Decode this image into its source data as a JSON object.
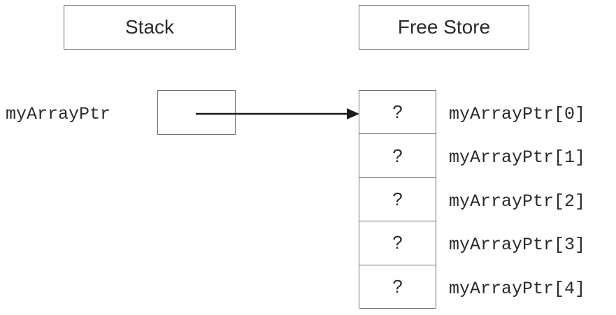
{
  "headers": {
    "stack": "Stack",
    "free_store": "Free Store"
  },
  "pointer": {
    "name": "myArrayPtr"
  },
  "array": {
    "cells": [
      {
        "value": "?",
        "label": "myArrayPtr[0]"
      },
      {
        "value": "?",
        "label": "myArrayPtr[1]"
      },
      {
        "value": "?",
        "label": "myArrayPtr[2]"
      },
      {
        "value": "?",
        "label": "myArrayPtr[3]"
      },
      {
        "value": "?",
        "label": "myArrayPtr[4]"
      }
    ]
  },
  "colors": {
    "border": "#6e6e6e",
    "text": "#2b2b2b",
    "arrow": "#1a1a1a"
  }
}
